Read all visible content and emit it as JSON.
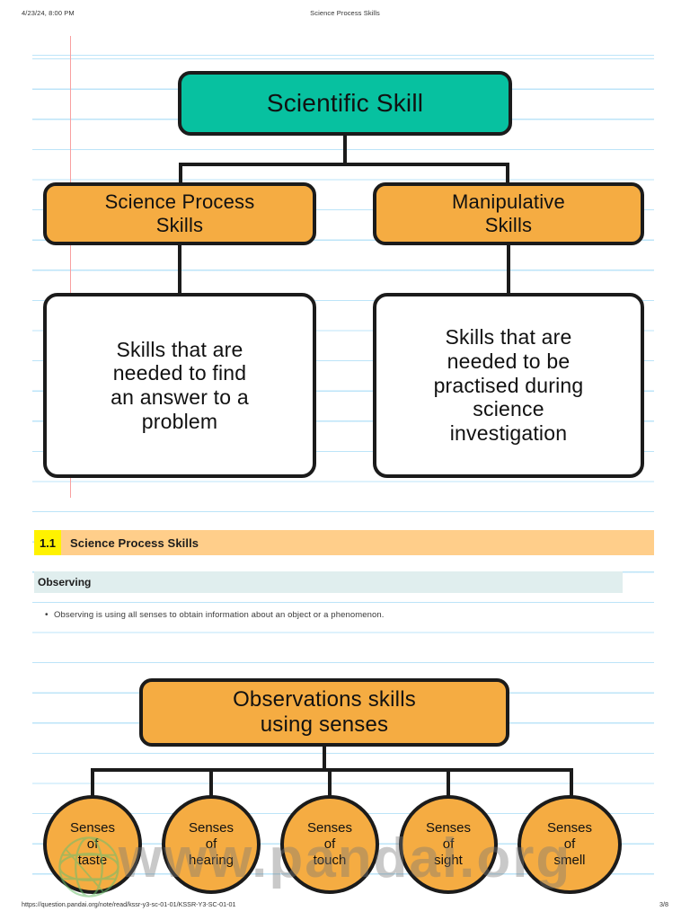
{
  "print": {
    "date": "4/23/24, 8:00 PM",
    "title": "Science Process Skills",
    "url": "https://question.pandai.org/note/read/kssr-y3-sc-01-01/KSSR-Y3-SC-01-01",
    "page": "3/8"
  },
  "colors": {
    "teal": "#07C1A0",
    "orange": "#F5AC42",
    "section_bar": "#FFCE8A",
    "section_number": "#FFF200",
    "subsection_bar": "#E0EEEE",
    "rule_line": "#B0DFF7",
    "margin_line": "#F8A0A0",
    "node_border": "#1B1B1B"
  },
  "diagram_top": {
    "root": "Scientific Skill",
    "branches": [
      {
        "heading": "Science Process\nSkills",
        "description": "Skills that are\nneeded to find\nan answer to a\nproblem"
      },
      {
        "heading": "Manipulative\nSkills",
        "description": "Skills that are\nneeded to be\npractised during\nscience\ninvestigation"
      }
    ]
  },
  "section": {
    "number": "1.1",
    "title": "Science Process Skills",
    "subsection": "Observing",
    "bullets": [
      "Observing is using all senses to obtain information about an object or a phenomenon."
    ]
  },
  "diagram_bottom": {
    "root": "Observations skills\nusing senses",
    "senses": [
      "Senses\nof\ntaste",
      "Senses\nof\nhearing",
      "Senses\nof\ntouch",
      "Senses\nof\nsight",
      "Senses\nof\nsmell"
    ]
  },
  "watermark": {
    "text": "www.pandai.org",
    "logo": "globe-logo"
  }
}
